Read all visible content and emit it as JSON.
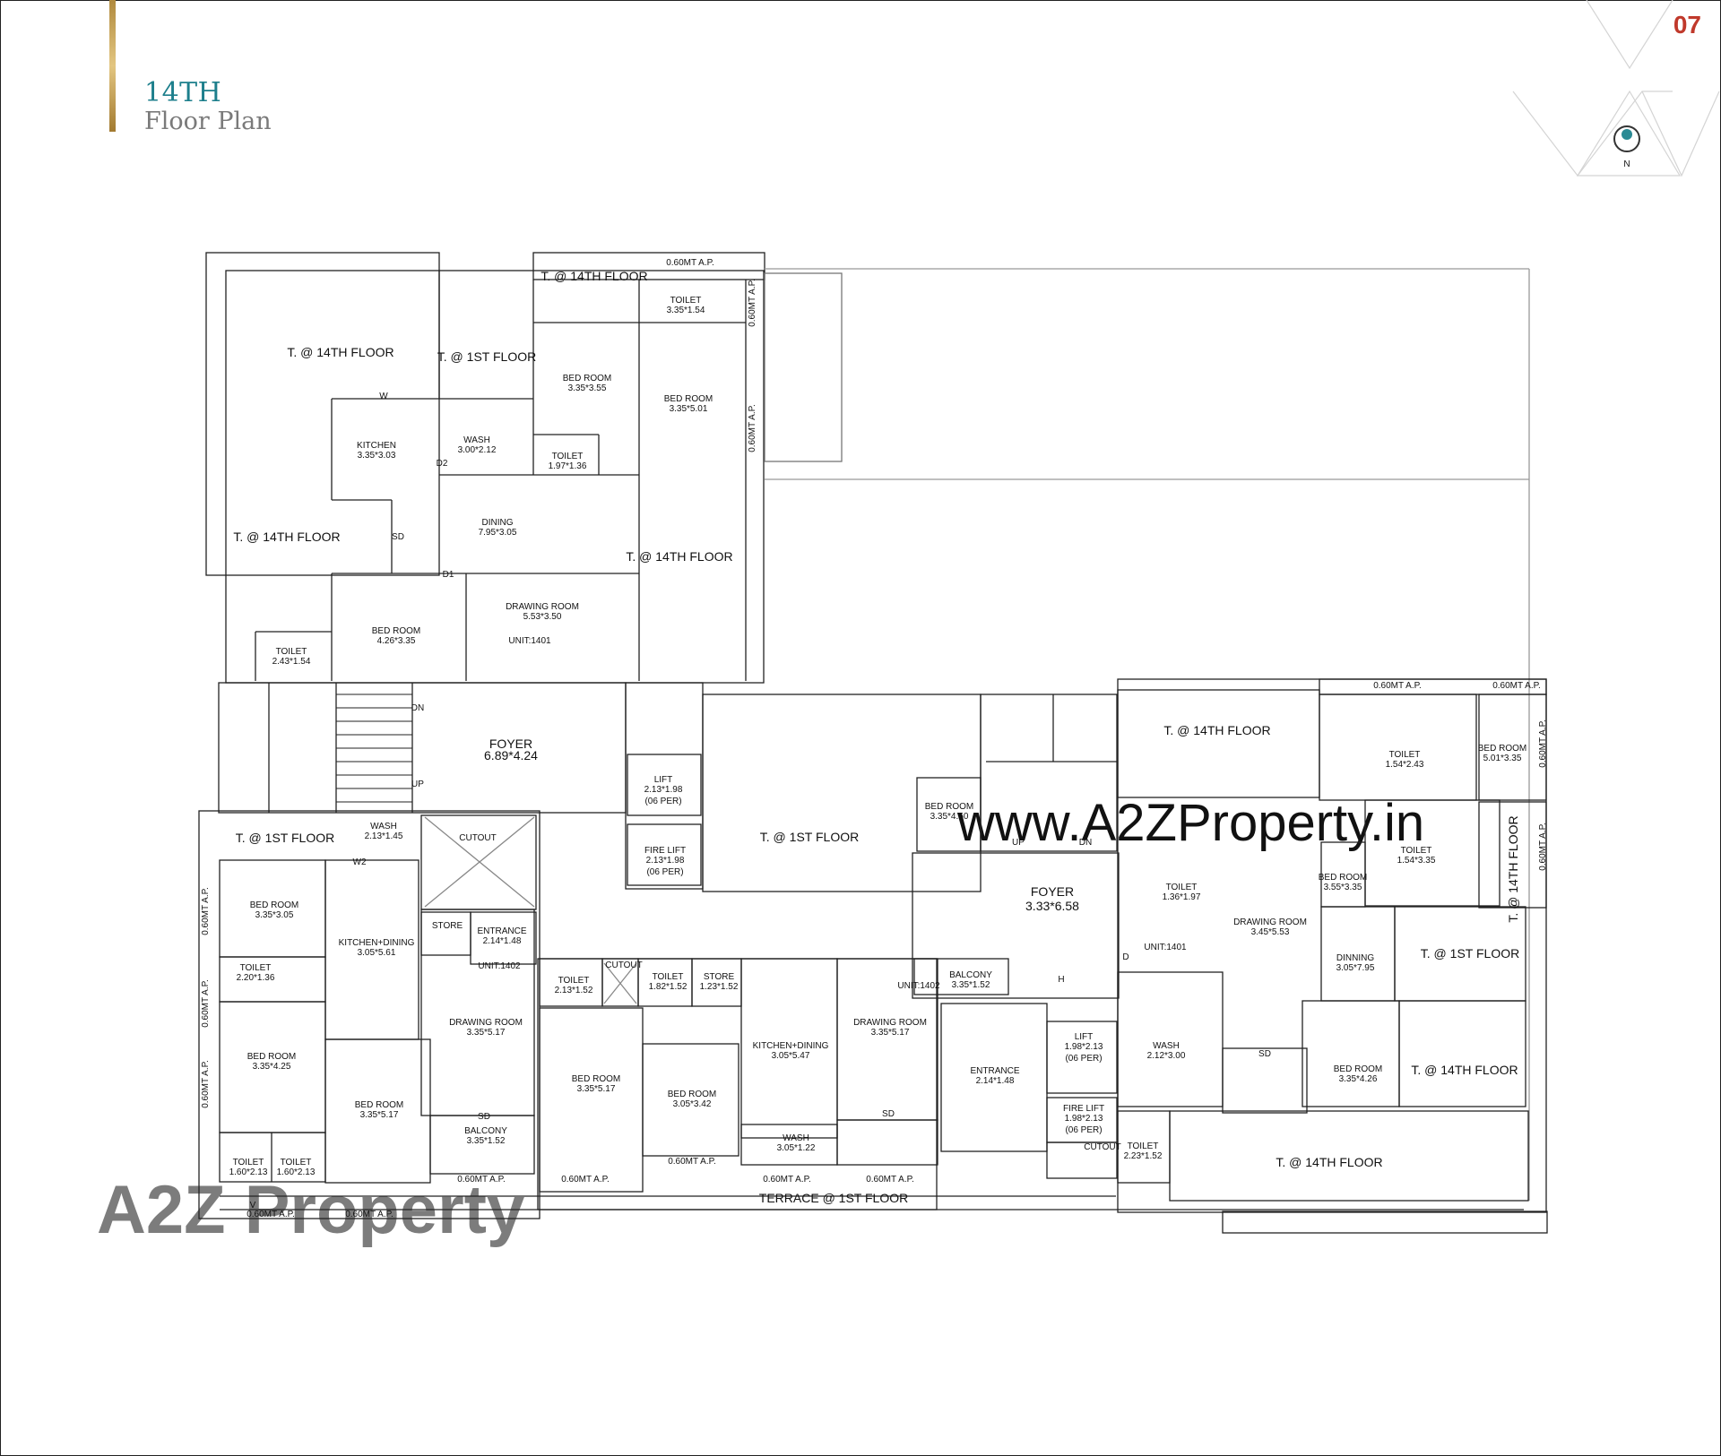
{
  "header": {
    "title": "14TH",
    "subtitle": "Floor Plan",
    "page_number": "07"
  },
  "compass": {
    "north_label": "N"
  },
  "watermarks": {
    "url": "www.A2ZProperty.in",
    "logo": "A2Z Property"
  },
  "colors": {
    "title": "#1d7f8c",
    "page_number": "#c0392b",
    "gold": "#c9a55b"
  },
  "big_labels": [
    "T. @ 14TH FLOOR",
    "T. @ 1ST FLOOR",
    "T. @ 14TH FLOOR",
    "T. @ 14TH FLOOR",
    "T. @ 14TH FLOOR",
    "FOYER",
    "6.89*4.24",
    "T. @ 1ST FLOOR",
    "T. @ 1ST FLOOR",
    "FOYER",
    "3.33*6.58",
    "T. @ 14TH FLOOR",
    "T. @ 1ST FLOOR",
    "T. @ 14TH FLOOR",
    "T. @ 14TH FLOOR",
    "TERRACE @ 1ST FLOOR",
    "T. @ 14TH FLOOR",
    "CUTOUT"
  ],
  "rooms": [
    {
      "name": "TOILET",
      "size": "3.35*1.54"
    },
    {
      "name": "BED ROOM",
      "size": "3.35*3.55"
    },
    {
      "name": "BED ROOM",
      "size": "3.35*5.01"
    },
    {
      "name": "KITCHEN",
      "size": "3.35*3.03"
    },
    {
      "name": "WASH",
      "size": "3.00*2.12"
    },
    {
      "name": "TOILET",
      "size": "1.97*1.36"
    },
    {
      "name": "DINING",
      "size": "7.95*3.05"
    },
    {
      "name": "DRAWING ROOM",
      "size": "5.53*3.50"
    },
    {
      "name": "BED ROOM",
      "size": "4.26*3.35"
    },
    {
      "name": "TOILET",
      "size": "2.43*1.54"
    },
    {
      "name": "LIFT",
      "size": "2.13*1.98",
      "note": "(06 PER)"
    },
    {
      "name": "FIRE LIFT",
      "size": "2.13*1.98",
      "note": "(06 PER)"
    },
    {
      "name": "WASH",
      "size": "2.13*1.45"
    },
    {
      "name": "BED ROOM",
      "size": "3.35*3.05"
    },
    {
      "name": "KITCHEN+DINING",
      "size": "3.05*5.61"
    },
    {
      "name": "ENTRANCE",
      "size": "2.14*1.48"
    },
    {
      "name": "TOILET",
      "size": "2.20*1.36"
    },
    {
      "name": "BED ROOM",
      "size": "3.35*4.25"
    },
    {
      "name": "BED ROOM",
      "size": "3.35*5.17"
    },
    {
      "name": "DRAWING ROOM",
      "size": "3.35*5.17"
    },
    {
      "name": "BALCONY",
      "size": "3.35*1.52"
    },
    {
      "name": "TOILET",
      "size": "1.60*2.13"
    },
    {
      "name": "TOILET",
      "size": "1.60*2.13"
    },
    {
      "name": "TOILET",
      "size": "2.13*1.52"
    },
    {
      "name": "TOILET",
      "size": "1.82*1.52"
    },
    {
      "name": "STORE",
      "size": "1.23*1.52"
    },
    {
      "name": "BED ROOM",
      "size": "3.35*5.17"
    },
    {
      "name": "BED ROOM",
      "size": "3.05*3.42"
    },
    {
      "name": "KITCHEN+DINING",
      "size": "3.05*5.47"
    },
    {
      "name": "WASH",
      "size": "3.05*1.22"
    },
    {
      "name": "DRAWING ROOM",
      "size": "3.35*5.17"
    },
    {
      "name": "BALCONY",
      "size": "3.35*1.52"
    },
    {
      "name": "ENTRANCE",
      "size": "2.14*1.48"
    },
    {
      "name": "BED ROOM",
      "size": "3.35*4.50"
    },
    {
      "name": "LIFT",
      "size": "1.98*2.13",
      "note": "(06 PER)"
    },
    {
      "name": "FIRE LIFT",
      "size": "1.98*2.13",
      "note": "(06 PER)"
    },
    {
      "name": "TOILET",
      "size": "2.23*1.52"
    },
    {
      "name": "TOILET",
      "size": "1.54*2.43"
    },
    {
      "name": "BED ROOM",
      "size": "5.01*3.35"
    },
    {
      "name": "TOILET",
      "size": "1.54*3.35"
    },
    {
      "name": "BED ROOM",
      "size": "3.55*3.35"
    },
    {
      "name": "TOILET",
      "size": "1.36*1.97"
    },
    {
      "name": "DRAWING ROOM",
      "size": "3.45*5.53"
    },
    {
      "name": "DINNING",
      "size": "3.05*7.95"
    },
    {
      "name": "WASH",
      "size": "2.12*3.00"
    },
    {
      "name": "BED ROOM",
      "size": "3.35*4.26"
    },
    {
      "name": "KITCHEN",
      "size": "3.35*3.03"
    }
  ],
  "small_labels": [
    "0.60MT A.P.",
    "0.60MT A.P.",
    "0.60MT A.P.",
    "0.60MT A.P.",
    "0.60MT A.P.",
    "0.60MT A.P.",
    "0.60MT A.P.",
    "0.60MT A.P.",
    "0.60MT A.P.",
    "0.60MT A.P.",
    "0.60MT A.P.",
    "0.60MT A.P.",
    "0.60MT A.P.",
    "0.60MT A.P.",
    "0.60MT A.P.",
    "0.60MT A.P.",
    "0.60MT A.P.",
    "UNIT:1401",
    "UNIT:1402",
    "UNIT:1402",
    "UNIT:1401",
    "STORE",
    "CUTOUT",
    "CUTOUT",
    "DN",
    "UP",
    "UP",
    "DN",
    "SD",
    "SD",
    "SD",
    "SD",
    "D1",
    "D2",
    "W",
    "W2",
    "V",
    "D",
    "H"
  ]
}
